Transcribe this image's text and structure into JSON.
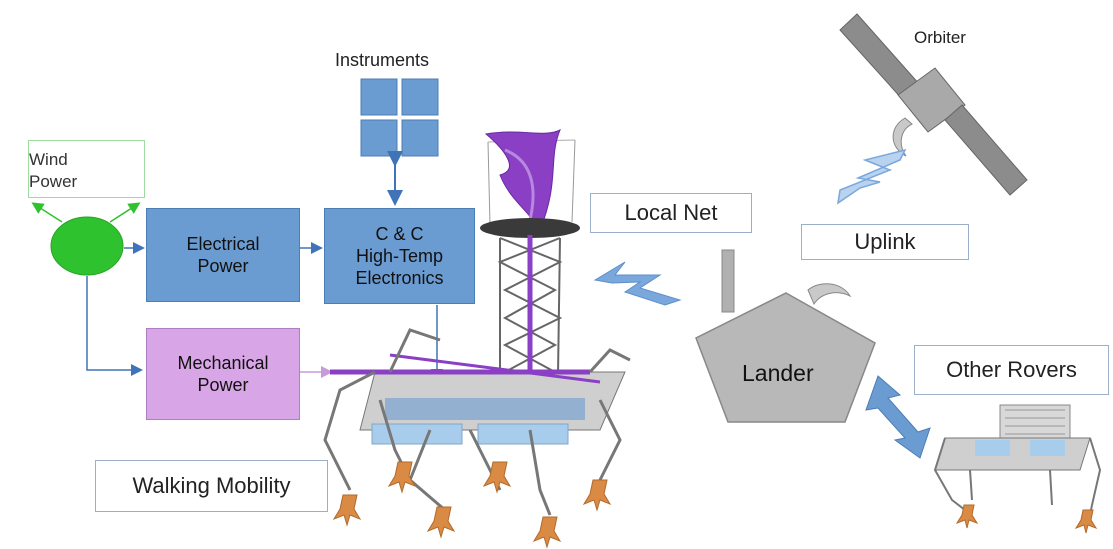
{
  "labels": {
    "instruments": "Instruments",
    "orbiter": "Orbiter",
    "wind_power": [
      "Wind",
      "Power"
    ],
    "electrical_power": [
      "Electrical",
      "Power"
    ],
    "cc": [
      "C & C",
      "High-Temp",
      "Electronics"
    ],
    "mechanical_power": [
      "Mechanical",
      "Power"
    ],
    "local_net": "Local Net",
    "uplink": "Uplink",
    "lander": "Lander",
    "other_rovers": "Other Rovers",
    "walking_mobility": "Walking Mobility"
  },
  "colors": {
    "block_blue": "#6a9bd1",
    "mechanical_pink": "#d8a6e6",
    "wind_green": "#2fc22f",
    "arrow_blue": "#3f74b8",
    "signal_blue": "#7aa7dc",
    "lander_gray": "#b8b8b8",
    "turbine_purple": "#8a3fc4",
    "foot_orange": "#d98a44"
  }
}
